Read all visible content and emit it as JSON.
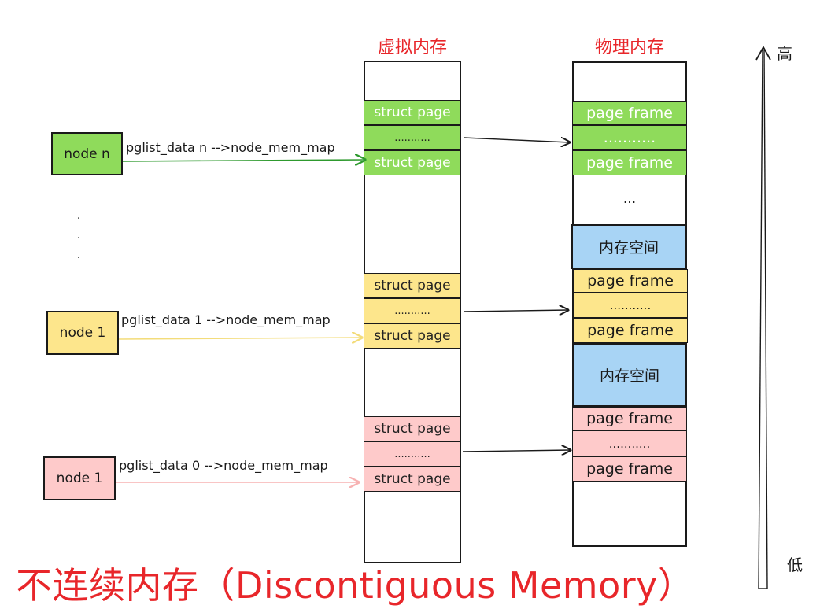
{
  "colors": {
    "green": "#8fdb5b",
    "yellow": "#fde68c",
    "pink": "#fecaca",
    "blue": "#a8d4f5",
    "red": "#e8262a"
  },
  "virtual_title": "虚拟内存",
  "physical_title": "物理内存",
  "axis": {
    "high": "高",
    "low": "低"
  },
  "caption": "不连续内存（Discontiguous Memory）",
  "nodes": {
    "n": {
      "label": "node n",
      "pglist": "pglist_data n  -->node_mem_map"
    },
    "one": {
      "label": "node 1",
      "pglist": "pglist_data 1  -->node_mem_map"
    },
    "zero": {
      "label": "node 1",
      "pglist": "pglist_data 0  -->node_mem_map"
    }
  },
  "virtual": {
    "green": [
      "struct page",
      "...........",
      "struct page"
    ],
    "yellow": [
      "struct page",
      "...........",
      "struct page"
    ],
    "pink": [
      "struct page",
      "...........",
      "struct page"
    ]
  },
  "physical": {
    "green": [
      "page frame",
      "...........",
      "page frame"
    ],
    "gap": "...",
    "mem1": "内存空间",
    "yellow": [
      "page frame",
      "...........",
      "page frame"
    ],
    "mem2": "内存空间",
    "pink": [
      "page frame",
      "...........",
      "page frame"
    ]
  },
  "ellipsis_dots": [
    ".",
    ".",
    "."
  ]
}
